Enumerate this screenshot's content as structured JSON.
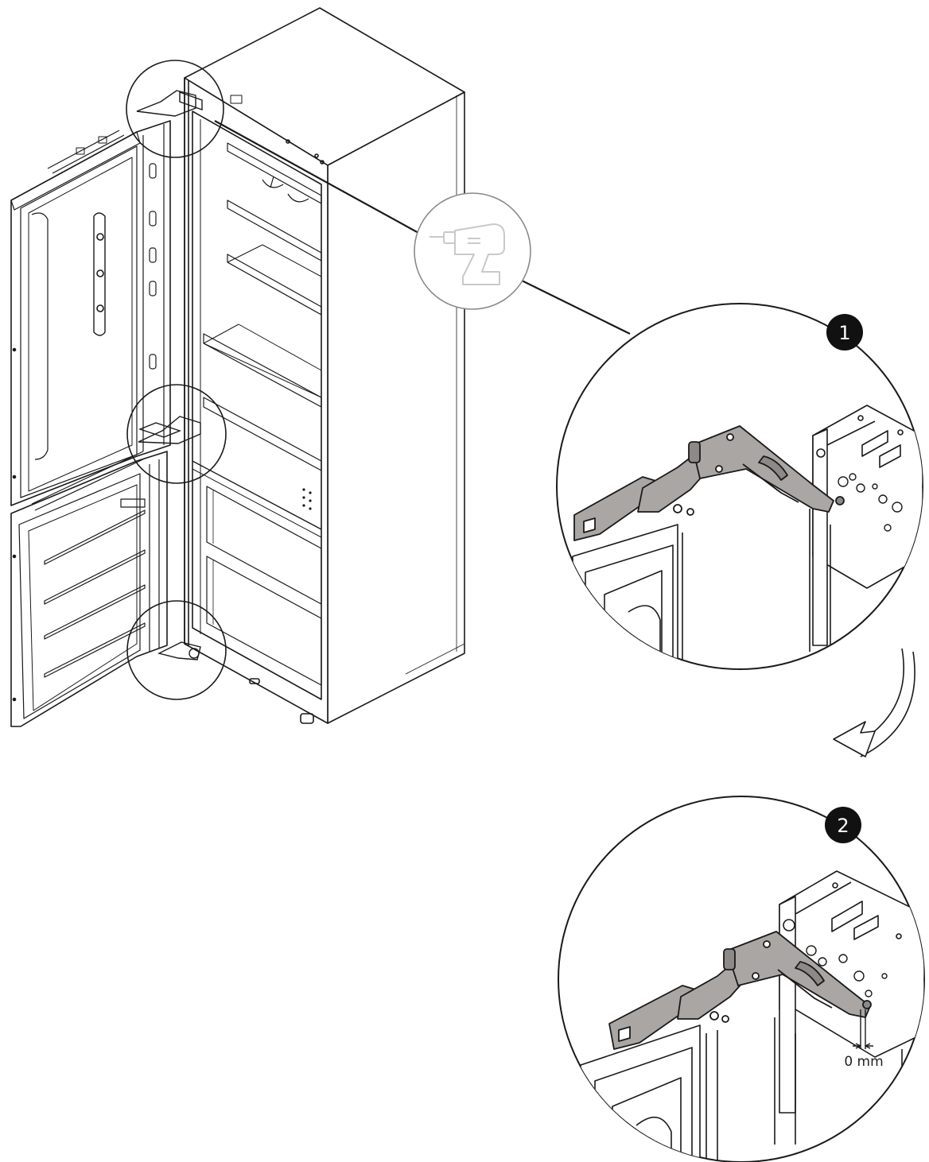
{
  "steps": [
    {
      "number": "1"
    },
    {
      "number": "2"
    }
  ],
  "tool": {
    "icon": "cordless-drill-icon"
  },
  "dimension": {
    "label": "0 mm"
  },
  "colors": {
    "line": "#1a1a1a",
    "hinge_fill": "#a9a6a3",
    "hinge_dark": "#8c8986",
    "badge": "#111111",
    "tool_outline": "#c9c9c9"
  }
}
